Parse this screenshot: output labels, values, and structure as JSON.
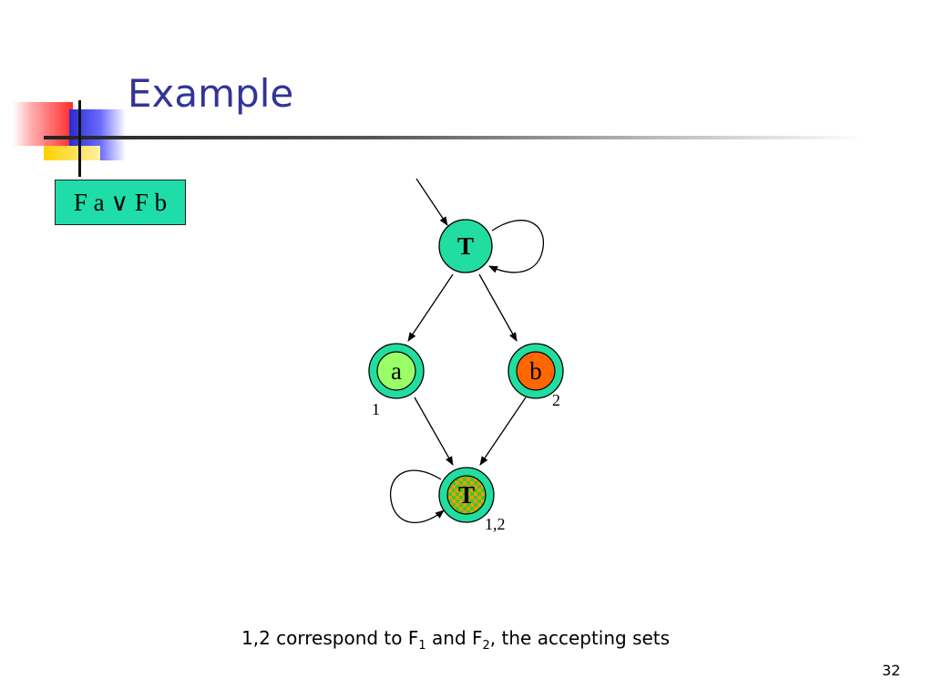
{
  "slide": {
    "title": "Example",
    "formula": "F a ∨ F b",
    "caption": {
      "part1": "1,2 correspond to F",
      "sub1": "1",
      "part2": " and F",
      "sub2": "2",
      "part3": ", the accepting sets"
    },
    "page_number": "32"
  },
  "diagram": {
    "nodes": [
      {
        "id": "top",
        "label": "T",
        "fill": "#22dda0"
      },
      {
        "id": "a",
        "label": "a",
        "fill": "#99ff66",
        "accepting_set": "1"
      },
      {
        "id": "b",
        "label": "b",
        "fill": "#ff6600",
        "accepting_set": "2"
      },
      {
        "id": "bottom",
        "label": "T",
        "fill": "#ff9900",
        "accepting_set": "1,2"
      }
    ],
    "edges": [
      {
        "from": "start",
        "to": "top"
      },
      {
        "from": "top",
        "to": "top"
      },
      {
        "from": "top",
        "to": "a"
      },
      {
        "from": "top",
        "to": "b"
      },
      {
        "from": "a",
        "to": "bottom"
      },
      {
        "from": "b",
        "to": "bottom"
      },
      {
        "from": "bottom",
        "to": "bottom"
      }
    ]
  },
  "colors": {
    "title": "#333399",
    "formula_box": "#1fdda8",
    "node_ring": "#22dda0"
  }
}
